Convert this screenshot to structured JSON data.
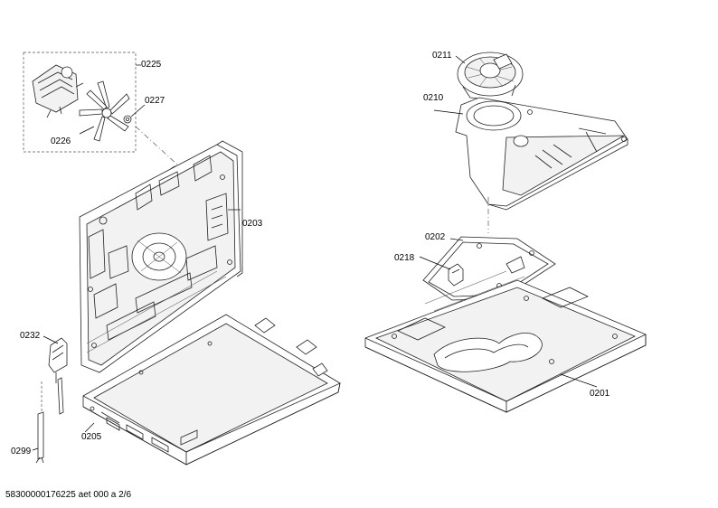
{
  "labels": {
    "p0225": "0225",
    "p0227": "0227",
    "p0226": "0226",
    "p0203": "0203",
    "p0232": "0232",
    "p0299": "0299",
    "p0205": "0205",
    "p0211": "0211",
    "p0210": "0210",
    "p0202": "0202",
    "p0218": "0218",
    "p0201": "0201"
  },
  "footer": "58300000176225 aet 000 a 2/6"
}
